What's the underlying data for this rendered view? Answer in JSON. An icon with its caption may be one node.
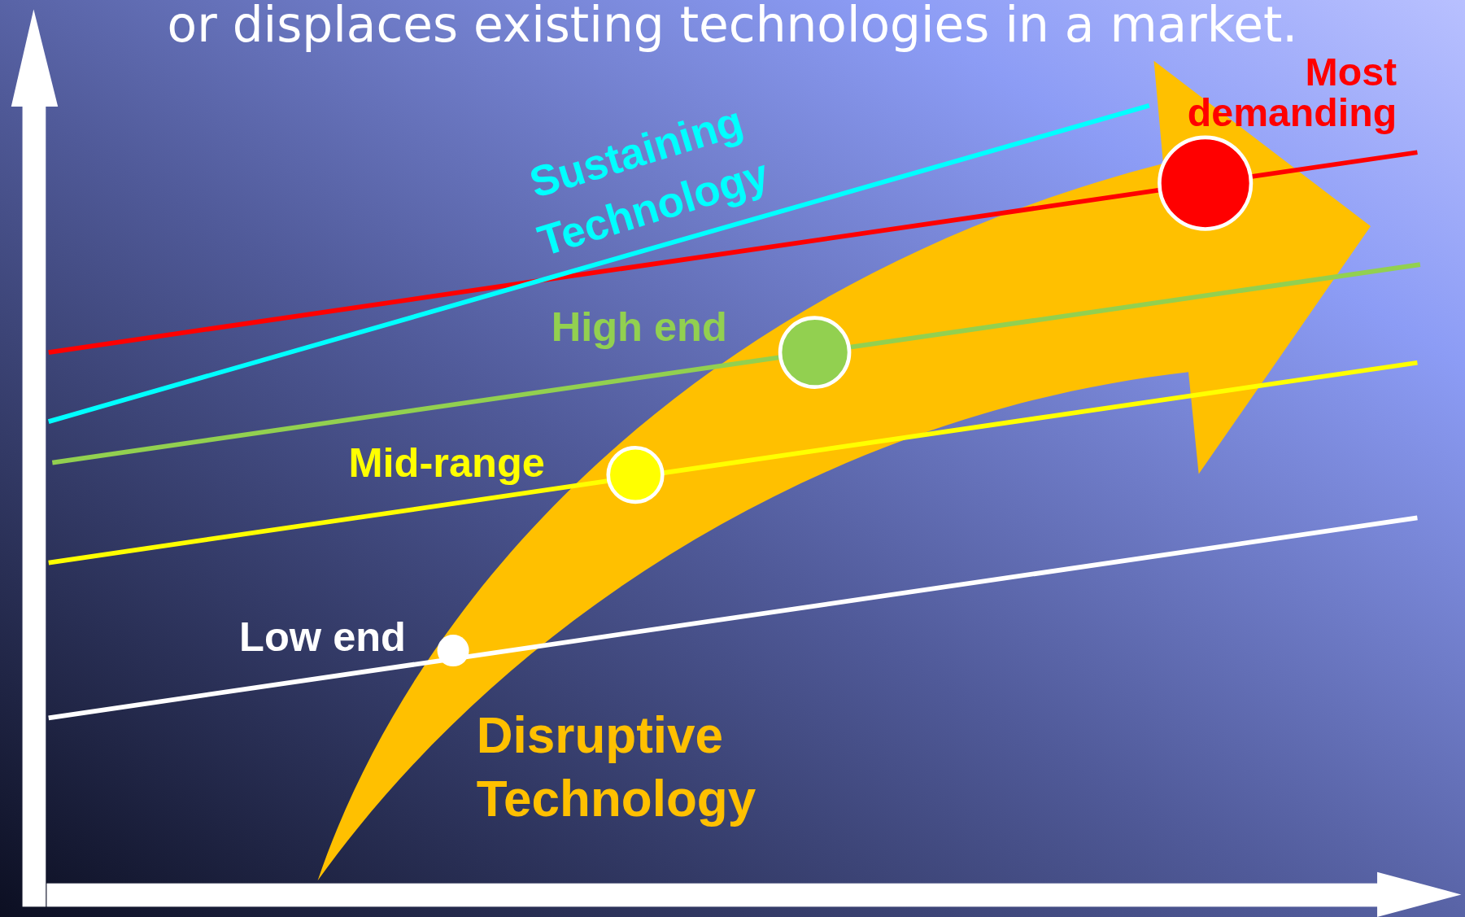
{
  "diagram": {
    "title": "or displaces existing technologies in a market.",
    "nodes": [
      {
        "text": [],
        "shape": "circle"
      },
      {
        "text": [],
        "shape": "circle"
      },
      {
        "text": [],
        "shape": "circle"
      },
      {
        "text": [],
        "shape": "circle"
      }
    ],
    "labels": [
      "Sustaining Technology",
      "Most demanding",
      "High end",
      "Mid-range",
      "Low end",
      "Disruptive Technology"
    ]
  }
}
